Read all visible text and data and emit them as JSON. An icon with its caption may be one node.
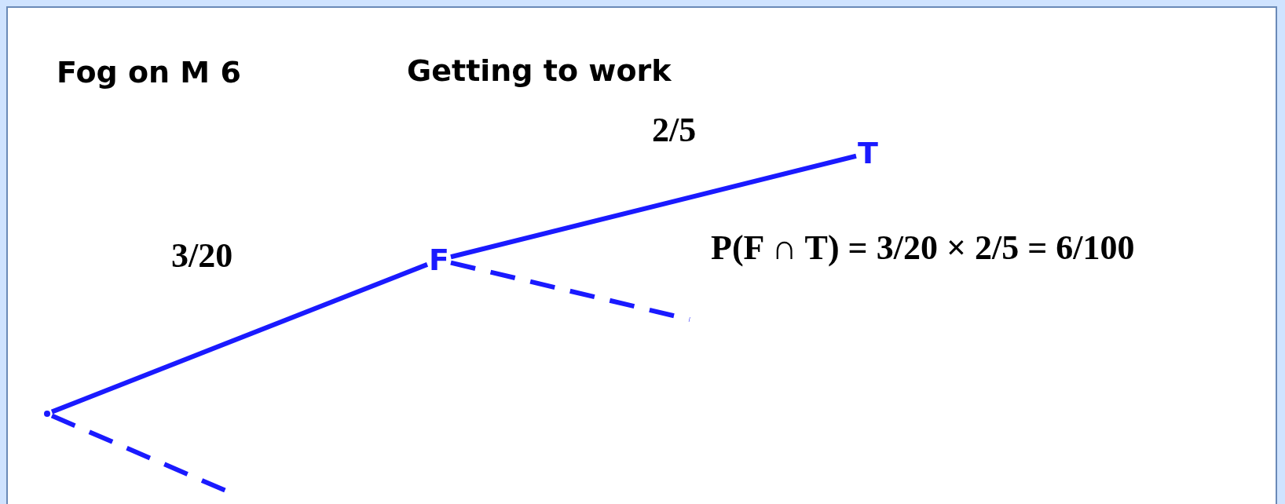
{
  "diagram": {
    "title": "Getting to work",
    "nodes": [
      {
        "text": [],
        "shape": "point"
      },
      {
        "text": [
          "F"
        ]
      },
      {
        "text": [
          "T"
        ]
      }
    ],
    "edges": [
      {
        "from": 0,
        "to": 1,
        "arrow": "none",
        "label": "3/20"
      },
      {
        "from": 1,
        "to": 2,
        "arrow": "none",
        "label": "2/5"
      },
      {
        "from": 1,
        "to": null,
        "arrow": "none",
        "style": "dashed"
      },
      {
        "from": 0,
        "to": null,
        "arrow": "none",
        "style": "dashed"
      }
    ],
    "labels": [
      "Fog on M 6",
      "P(F ∩ T) = 3/20 × 2/5 = 6/100"
    ]
  }
}
